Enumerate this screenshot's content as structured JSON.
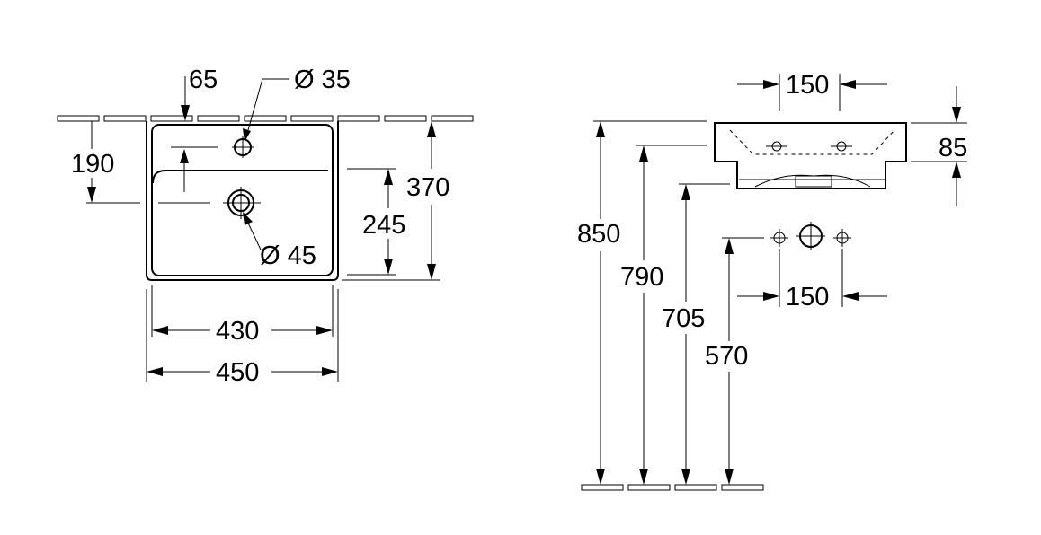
{
  "front_view": {
    "dimensions": {
      "tap_offset": "65",
      "tap_hole": "Ø 35",
      "tap_height": "190",
      "depth_total": "370",
      "drain_depth": "245",
      "drain_hole": "Ø 45",
      "inner_width": "430",
      "outer_width": "450"
    }
  },
  "side_view": {
    "dimensions": {
      "top_spacing": "150",
      "bowl_height": "85",
      "rim_height": "850",
      "dim_790": "790",
      "dim_705": "705",
      "outlet_height": "570",
      "bottom_spacing": "150"
    }
  }
}
